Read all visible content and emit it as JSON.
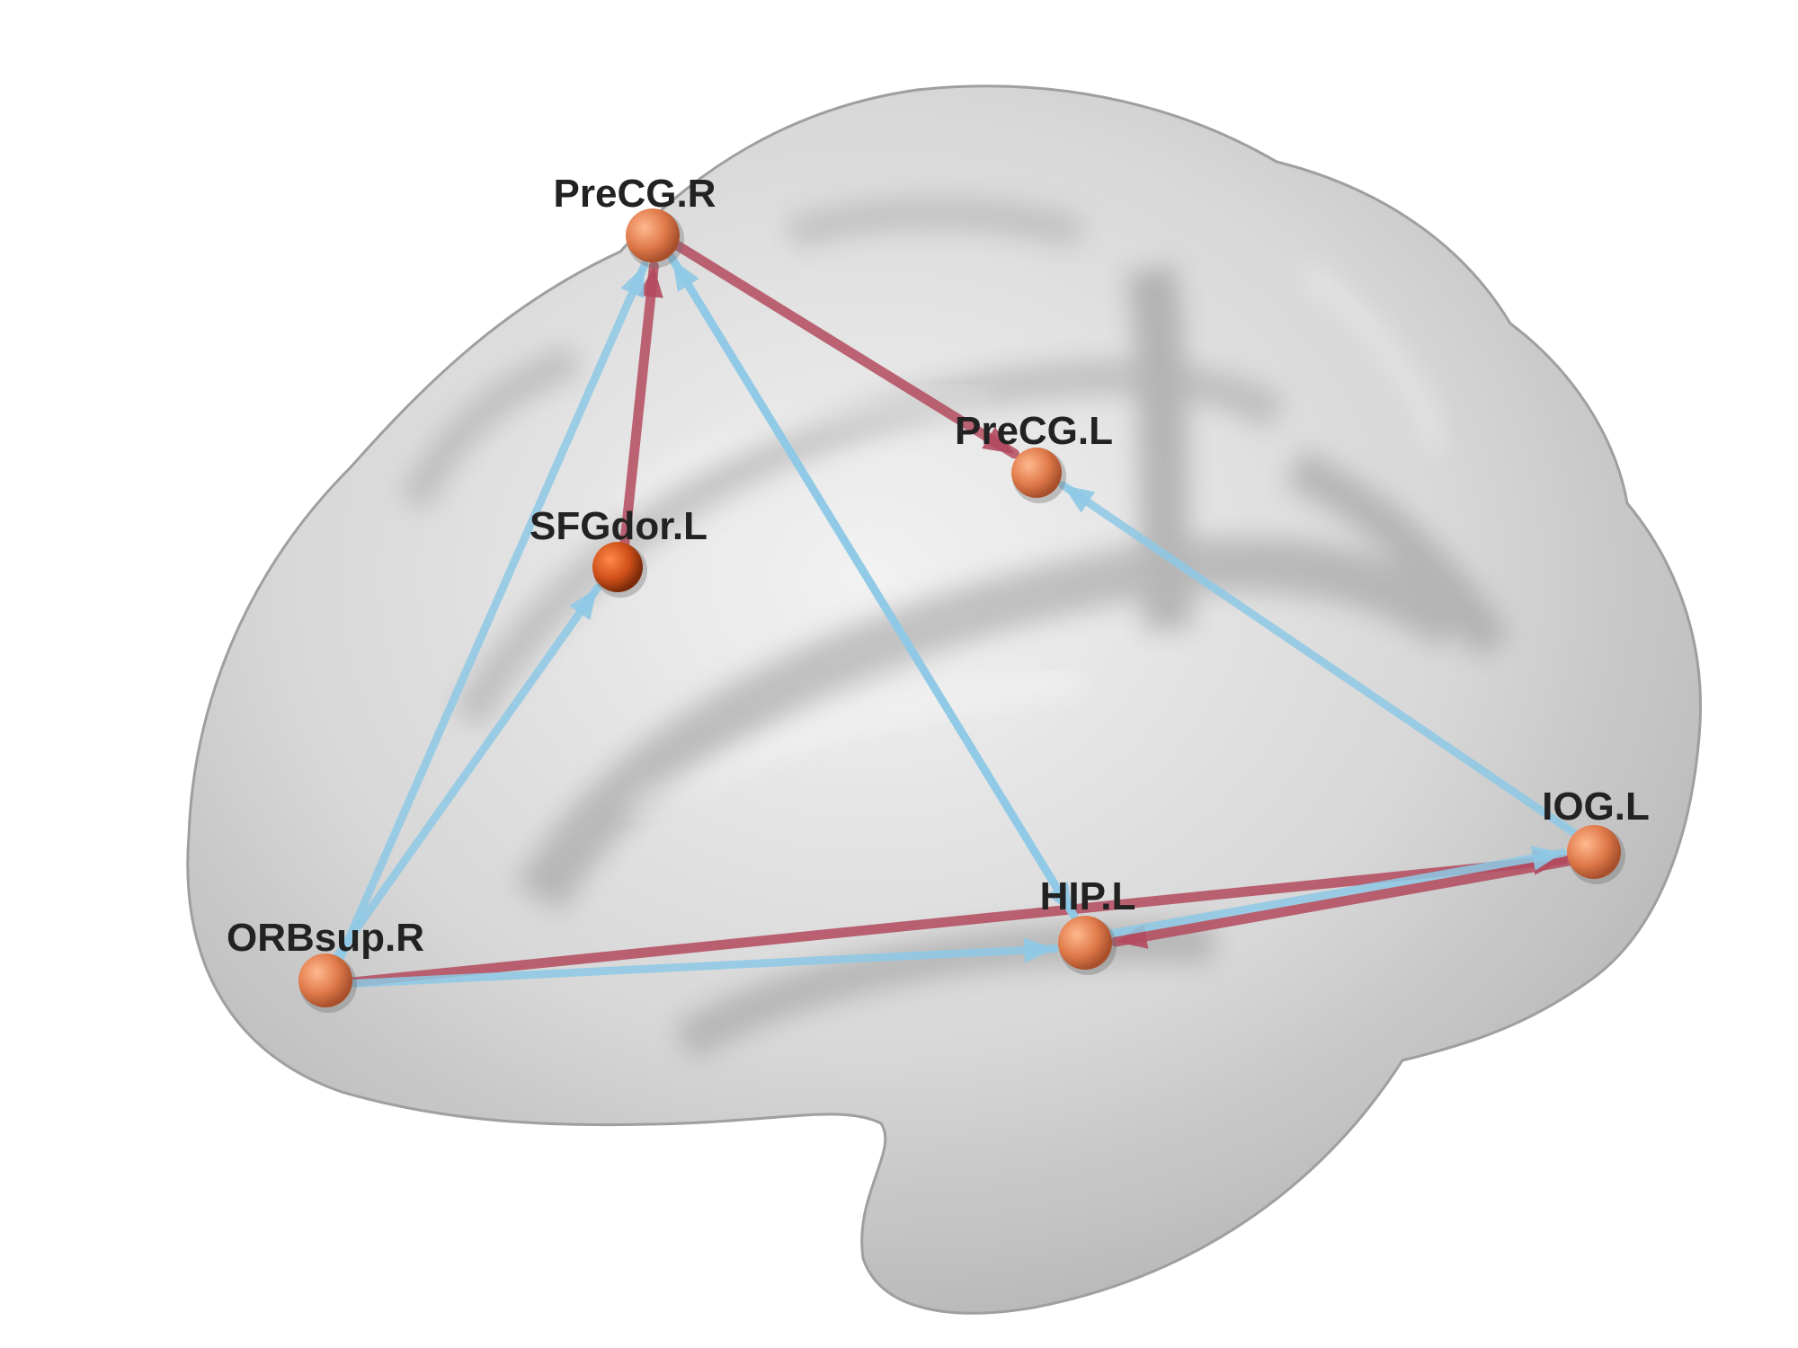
{
  "nodes": [
    {
      "id": "PreCG.R",
      "label": "PreCG.R"
    },
    {
      "id": "PreCG.L",
      "label": "PreCG.L"
    },
    {
      "id": "SFGdor.L",
      "label": "SFGdor.L"
    },
    {
      "id": "IOG.L",
      "label": "IOG.L"
    },
    {
      "id": "HIP.L",
      "label": "HIP.L"
    },
    {
      "id": "ORBsup.R",
      "label": "ORBsup.R"
    }
  ],
  "edges": [
    {
      "from": "SFGdor.L",
      "to": "PreCG.R",
      "kind": "positive"
    },
    {
      "from": "PreCG.R",
      "to": "PreCG.L",
      "kind": "positive"
    },
    {
      "from": "ORBsup.R",
      "to": "IOG.L",
      "kind": "positive"
    },
    {
      "from": "IOG.L",
      "to": "HIP.L",
      "kind": "positive"
    },
    {
      "from": "ORBsup.R",
      "to": "PreCG.R",
      "kind": "negative"
    },
    {
      "from": "ORBsup.R",
      "to": "SFGdor.L",
      "kind": "negative"
    },
    {
      "from": "HIP.L",
      "to": "PreCG.R",
      "kind": "negative"
    },
    {
      "from": "PreCG.R",
      "to": "HIP.L",
      "kind": "negative"
    },
    {
      "from": "IOG.L",
      "to": "PreCG.L",
      "kind": "negative"
    },
    {
      "from": "HIP.L",
      "to": "IOG.L",
      "kind": "negative"
    },
    {
      "from": "ORBsup.R",
      "to": "HIP.L",
      "kind": "negative"
    }
  ],
  "colors": {
    "positive": "#b34a5e",
    "negative": "#8ec9e6",
    "node": "#e07a4a",
    "node_dark": "#c8501a",
    "brain": "#c9c9c9"
  }
}
